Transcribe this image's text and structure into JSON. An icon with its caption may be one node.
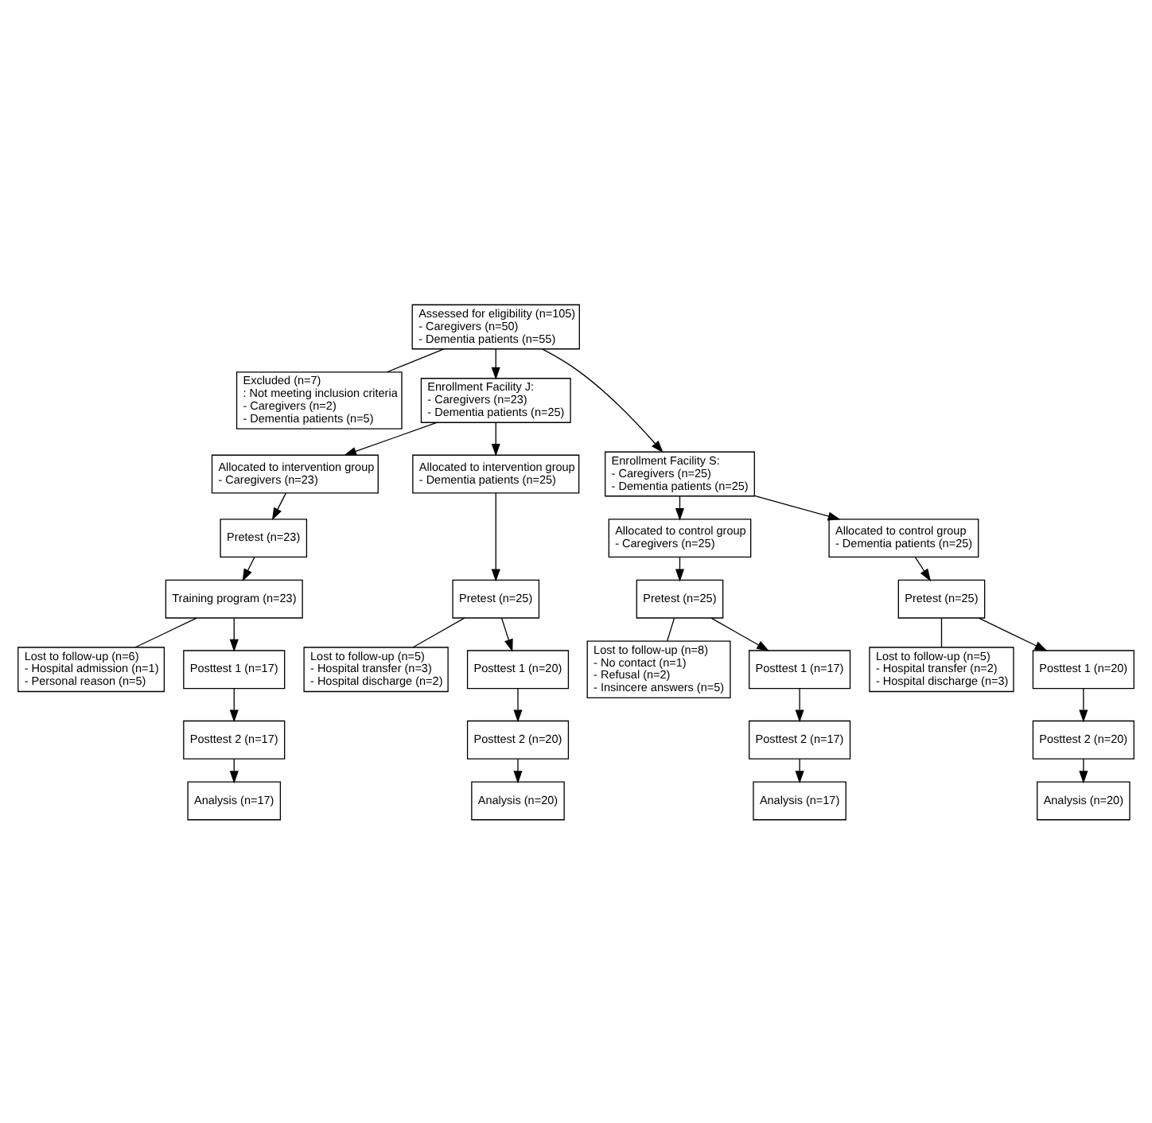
{
  "diagram": {
    "nodes": [
      {
        "text": [
          "Assessed for eligibility (n=105)",
          "- Caregivers (n=50)",
          "- Dementia patients (n=55)"
        ]
      },
      {
        "text": [
          "Excluded (n=7)",
          ": Not meeting inclusion criteria",
          "- Caregivers (n=2)",
          "- Dementia patients (n=5)"
        ]
      },
      {
        "text": [
          "Enrollment Facility J:",
          "- Caregivers (n=23)",
          "- Dementia patients (n=25)"
        ]
      },
      {
        "text": [
          "Enrollment Facility S:",
          "- Caregivers (n=25)",
          "- Dementia patients (n=25)"
        ]
      },
      {
        "text": [
          "Allocated to intervention group",
          "- Caregivers (n=23)"
        ]
      },
      {
        "text": [
          "Allocated to intervention group",
          "- Dementia patients (n=25)"
        ]
      },
      {
        "text": [
          "Allocated to control group",
          "- Caregivers (n=25)"
        ]
      },
      {
        "text": [
          "Allocated to control group",
          "- Dementia patients (n=25)"
        ]
      },
      {
        "text": [
          "Pretest (n=23)"
        ]
      },
      {
        "text": [
          "Pretest (n=25)"
        ]
      },
      {
        "text": [
          "Pretest (n=25)"
        ]
      },
      {
        "text": [
          "Pretest (n=25)"
        ]
      },
      {
        "text": [
          "Training program (n=23)"
        ]
      },
      {
        "text": [
          "Lost to follow-up (n=6)",
          "- Hospital admission (n=1)",
          "- Personal reason (n=5)"
        ]
      },
      {
        "text": [
          "Lost to follow-up (n=5)",
          "- Hospital transfer (n=3)",
          "- Hospital discharge (n=2)"
        ]
      },
      {
        "text": [
          "Lost to follow-up (n=8)",
          "- No contact (n=1)",
          "- Refusal (n=2)",
          "- Insincere answers (n=5)"
        ]
      },
      {
        "text": [
          "Lost to follow-up (n=5)",
          "- Hospital transfer (n=2)",
          "- Hospital discharge (n=3)"
        ]
      },
      {
        "text": [
          "Posttest 1 (n=17)"
        ]
      },
      {
        "text": [
          "Posttest 1 (n=20)"
        ]
      },
      {
        "text": [
          "Posttest 1 (n=17)"
        ]
      },
      {
        "text": [
          "Posttest 1 (n=20)"
        ]
      },
      {
        "text": [
          "Posttest 2 (n=17)"
        ]
      },
      {
        "text": [
          "Posttest 2 (n=20)"
        ]
      },
      {
        "text": [
          "Posttest 2 (n=17)"
        ]
      },
      {
        "text": [
          "Posttest 2 (n=20)"
        ]
      },
      {
        "text": [
          "Analysis (n=17)"
        ]
      },
      {
        "text": [
          "Analysis (n=20)"
        ]
      },
      {
        "text": [
          "Analysis (n=17)"
        ]
      },
      {
        "text": [
          "Analysis (n=20)"
        ]
      }
    ],
    "edges": [
      {
        "from": 0,
        "to": 1,
        "arrow": "none"
      },
      {
        "from": 0,
        "to": 2,
        "arrow": "to"
      },
      {
        "from": 0,
        "to": 3,
        "arrow": "to"
      },
      {
        "from": 2,
        "to": 4,
        "arrow": "to"
      },
      {
        "from": 2,
        "to": 5,
        "arrow": "to"
      },
      {
        "from": 3,
        "to": 6,
        "arrow": "to"
      },
      {
        "from": 3,
        "to": 7,
        "arrow": "to"
      },
      {
        "from": 4,
        "to": 8,
        "arrow": "to"
      },
      {
        "from": 5,
        "to": 9,
        "arrow": "to"
      },
      {
        "from": 6,
        "to": 10,
        "arrow": "to"
      },
      {
        "from": 7,
        "to": 11,
        "arrow": "to"
      },
      {
        "from": 8,
        "to": 12,
        "arrow": "to"
      },
      {
        "from": 12,
        "to": 13,
        "arrow": "none"
      },
      {
        "from": 9,
        "to": 14,
        "arrow": "none"
      },
      {
        "from": 10,
        "to": 15,
        "arrow": "none"
      },
      {
        "from": 11,
        "to": 16,
        "arrow": "none"
      },
      {
        "from": 12,
        "to": 17,
        "arrow": "to"
      },
      {
        "from": 9,
        "to": 18,
        "arrow": "to"
      },
      {
        "from": 10,
        "to": 19,
        "arrow": "to"
      },
      {
        "from": 11,
        "to": 20,
        "arrow": "to"
      },
      {
        "from": 17,
        "to": 21,
        "arrow": "to"
      },
      {
        "from": 18,
        "to": 22,
        "arrow": "to"
      },
      {
        "from": 19,
        "to": 23,
        "arrow": "to"
      },
      {
        "from": 20,
        "to": 24,
        "arrow": "to"
      },
      {
        "from": 21,
        "to": 25,
        "arrow": "to"
      },
      {
        "from": 22,
        "to": 26,
        "arrow": "to"
      },
      {
        "from": 23,
        "to": 27,
        "arrow": "to"
      },
      {
        "from": 24,
        "to": 28,
        "arrow": "to"
      }
    ]
  }
}
